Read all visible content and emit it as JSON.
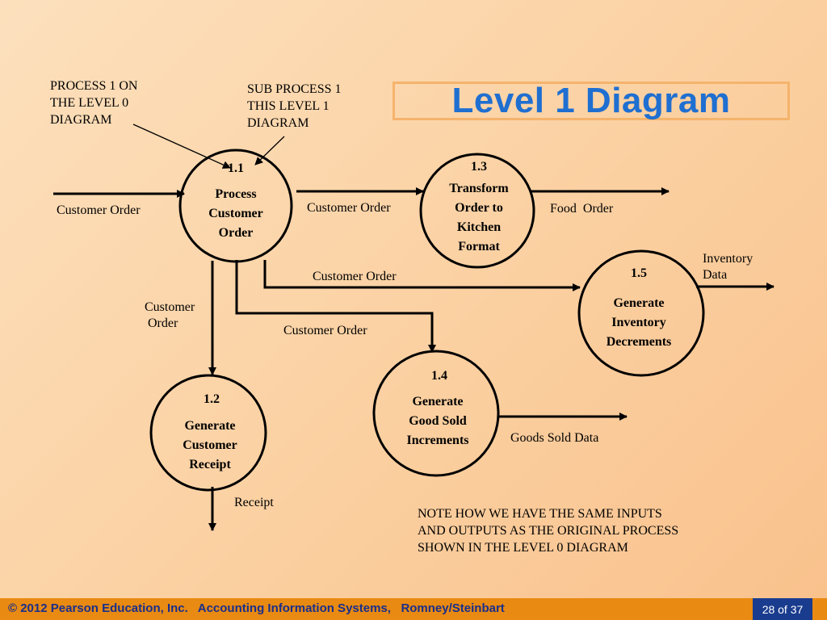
{
  "title": "Level 1 Diagram",
  "annotations": {
    "level0_note": "PROCESS 1 ON\nTHE LEVEL 0\nDIAGRAM",
    "level1_note": "SUB PROCESS 1\nTHIS LEVEL 1\nDIAGRAM",
    "bottom_note": "NOTE HOW WE HAVE THE SAME INPUTS\nAND OUTPUTS AS THE ORIGINAL PROCESS\nSHOWN IN THE LEVEL 0 DIAGRAM"
  },
  "processes": [
    {
      "id": "1.1",
      "name": "Process\nCustomer\nOrder"
    },
    {
      "id": "1.2",
      "name": "Generate\nCustomer\nReceipt"
    },
    {
      "id": "1.3",
      "name": "Transform\nOrder to\nKitchen\nFormat"
    },
    {
      "id": "1.4",
      "name": "Generate\nGood Sold\nIncrements"
    },
    {
      "id": "1.5",
      "name": "Generate\nInventory\nDecrements"
    }
  ],
  "flows": {
    "customer_order_in": "Customer Order",
    "to_1_3": "Customer Order",
    "food_order": "Food  Order",
    "inventory_data": "Inventory\nData",
    "to_1_5": "Customer Order",
    "to_1_2": "Customer\n Order",
    "to_1_4": "Customer Order",
    "goods_sold_data": "Goods Sold Data",
    "receipt": "Receipt"
  },
  "footer": {
    "text": "© 2012 Pearson Education, Inc.   Accounting Information Systems,   Romney/Steinbart",
    "page": "28 of 37"
  },
  "colors": {
    "title": "#1f6fd1",
    "title_border": "#f5b36c",
    "footer_bar": "#e98a12",
    "footer_text": "#1a2f8a",
    "page_box": "#1a3c8e"
  }
}
